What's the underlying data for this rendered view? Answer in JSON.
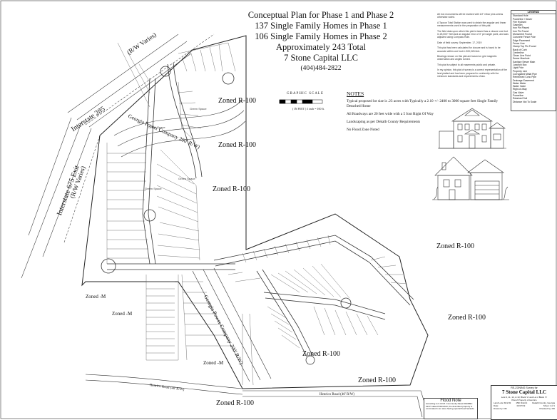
{
  "title": {
    "line1": "Conceptual Plan for Phase 1 and Phase 2",
    "line2": "137 Single Family Homes in Phase 1",
    "line3": "106 Single Family Homes in Phase 2",
    "line4": "Approximately 243 Total",
    "line5": "7 Stone Capital LLC",
    "phone": "(404)484-2822"
  },
  "zones": {
    "z1": "Zoned  R-100",
    "z2": "Zoned  R-100",
    "z3": "Zoned  R-100",
    "z4": "Zoned  R-100",
    "z5": "Zoned  R-100",
    "z6": "Zoned  R-100",
    "z7": "Zoned  R-100",
    "z8": "Zoned  R-100",
    "zm1": "Zoned -M",
    "zm2": "Zoned -M",
    "zm3": "Zoned -M"
  },
  "roads": {
    "i285": "Interstate 285",
    "i285_rw": "(R/W Varies)",
    "i675": "Interstate 675 Exit",
    "i675_rw": "(R/W Varies)",
    "gpc1": "Georgia Power Company 200' R/W)",
    "gpc2": "Georgia Power Company 200' R/W)",
    "henrico1": "Henrico Road (40' R/W)",
    "henrico2": "Henrico Road (40' R/W)"
  },
  "scale": {
    "title": "GRAPHIC  SCALE",
    "sub": "( IN FEET )   1 inch = 100 ft."
  },
  "notes": {
    "heading": "NOTES",
    "n1": "Typical proposed lot size is .23 acres with Typically a 2.10 +/- 2400 to 3000 square feet Single Family Detached Home",
    "n2": "All Roadways are 20 feet wide with a 5 foot Right Of Way",
    "n3": "Landscaping as per Dekalb County Requirements",
    "n4": "No Flood Zone Noted"
  },
  "general_notes": {
    "p1": "All iron monuments will be marked with 1/2\" rebar pins unless otherwise noted.",
    "p2": "A Topcon Total Station was used to obtain the angular and linear measurements used in the preparation of this plat.",
    "p3": "The field data upon which this plat is based has a closure one foot in 25,000+ feet and an angular error of 3\" per angle point, and was adjusted using Compass Rule.",
    "p4": "Date of field survey: September, 17, 2019",
    "p5": "This plat has been calculated for closure and is found to be accurate within one foot in 300,026 feet.",
    "p6": "Bearings shown on this plat are based on grid magnetic observation and angles turned.",
    "p7": "This plat is subject to all easements public and private.",
    "p8": "In my opinion, this plat of survey is a correct representation of the land platted and has been prepared in conformity with the minimum standards and requirements of law."
  },
  "legend": {
    "heading": "LEGEND",
    "items": [
      "Standard Hole",
      "Powerline / Sewer",
      "Fire Hydrant",
      "Gasmain",
      "Iron Pin Placed",
      "Iron Pin Found",
      "Monument Found",
      "Concrete Fence Pole",
      "Edge Pavement",
      "Fence Line",
      "Clamp Top Pin Found",
      "Back of Curb",
      "Centerline",
      "Clean Line Point",
      "Sewer Manhole",
      "Sanitary Sewer Main",
      "Junction Box",
      "Light Pole",
      "Property Line",
      "Corrugated Metal Pipe",
      "Reinforced Conc Pipe",
      "Drainage Easement",
      "Water Meter",
      "Water Valve",
      "Right-of-Way",
      "Gas Valve",
      "Powerline",
      "Retained Soil",
      "Distance Not To Scale"
    ]
  },
  "flood_note": {
    "heading": "Flood Note",
    "text": "According to F.I.R.M. Community Panel #13089C 0137J dated 5/16/2013, the described property is not located in an area having special flood hazards."
  },
  "title_box": {
    "top": "RE-ZONING Survey for",
    "company": "7 Stone Capital LLC",
    "lots": "Lots 9, 11, 12, & 13, Block 'A' and Lot 2 Block 'C'",
    "plat": "Plat of Property of Henrico",
    "land_lot": "Land Lots 49 & 82",
    "district": "15th District",
    "county": "Dekalb County, Georgia",
    "date_label": "Date:",
    "date": "04/17/19",
    "sheet": "Sheet 1 of 1",
    "drawn": "Drawn by: DD",
    "checked": "Checked by: DD"
  },
  "spaces": {
    "s1": "Green Space",
    "s2": "Green Space",
    "s3": "Green Space",
    "s4": "Green Space"
  }
}
